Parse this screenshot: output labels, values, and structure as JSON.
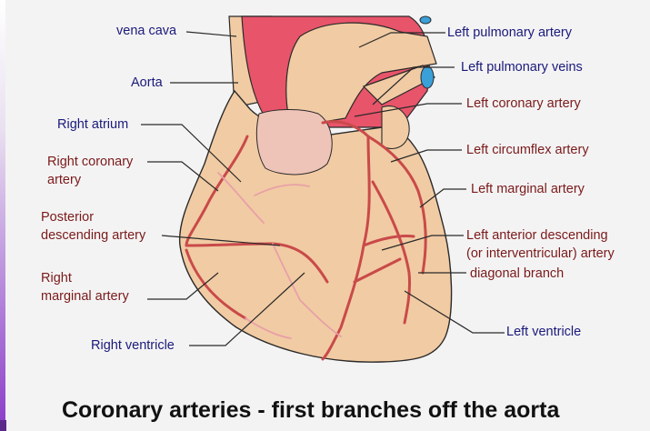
{
  "title": "Coronary arteries - first branches off the aorta",
  "labels": {
    "vena_cava": "vena cava",
    "aorta": "Aorta",
    "right_atrium": "Right atrium",
    "right_coronary_artery_1": "Right coronary",
    "right_coronary_artery_2": "artery",
    "posterior_descending_1": "Posterior",
    "posterior_descending_2": "descending artery",
    "right_marginal_1": "Right",
    "right_marginal_2": "marginal artery",
    "right_ventricle": "Right ventricle",
    "left_pulmonary_artery": "Left pulmonary artery",
    "left_pulmonary_veins": "Left pulmonary veins",
    "left_coronary_artery": "Left coronary artery",
    "left_circumflex_artery": "Left circumflex artery",
    "left_marginal_artery": "Left marginal artery",
    "lad_1": "Left anterior descending",
    "lad_2": "(or interventricular) artery",
    "diagonal_branch": "diagonal branch",
    "left_ventricle": "Left ventricle"
  },
  "colors": {
    "heart_fill": "#f1cba3",
    "vessel_fill": "#e8546a",
    "artery_stroke": "#c94a4a",
    "vein_blue": "#3aa0d8",
    "navy_text": "#1a1a7a",
    "red_text": "#7a1a1a"
  }
}
